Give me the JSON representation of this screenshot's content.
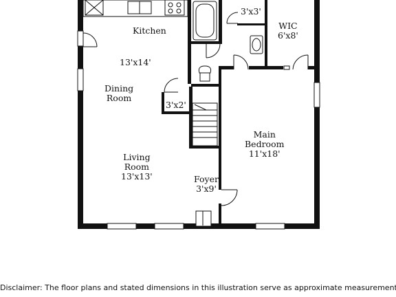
{
  "rooms": {
    "kitchen": {
      "name": "Kitchen",
      "dims": "13'x14'"
    },
    "dining": {
      "name": "Dining Room",
      "line1": "Dining",
      "line2": "Room"
    },
    "closet_small": {
      "dims": "3'x2'"
    },
    "living": {
      "name": "Living Room",
      "line1": "Living",
      "line2": "Room",
      "dims": "13'x13'"
    },
    "foyer": {
      "name": "Foyer",
      "dims": "3'x9'"
    },
    "main_bedroom": {
      "line1": "Main",
      "line2": "Bedroom",
      "dims": "11'x18'"
    },
    "closet_3x3": {
      "dims": "3'x3'"
    },
    "wic": {
      "name": "WIC",
      "dims": "6'x8'"
    }
  },
  "disclaimer": "Disclaimer: The floor plans and stated dimensions in this illustration serve as approximate measurements"
}
